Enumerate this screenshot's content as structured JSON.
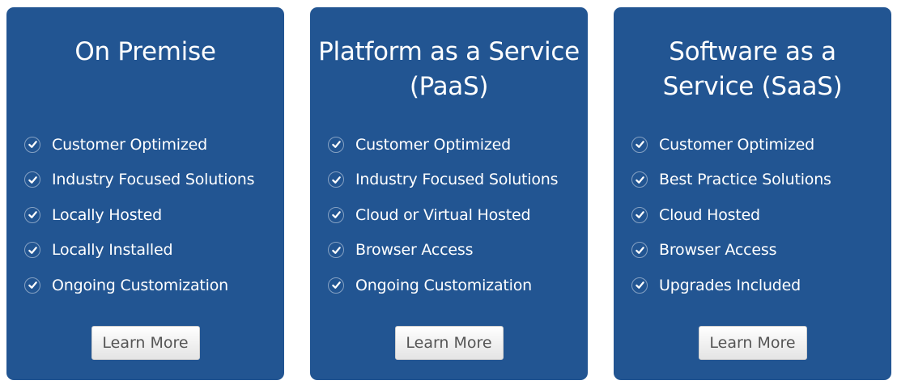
{
  "cards": [
    {
      "title": "On Premise",
      "features": [
        "Customer Optimized",
        "Industry Focused Solutions",
        "Locally Hosted",
        "Locally Installed",
        "Ongoing Customization"
      ],
      "button": "Learn More"
    },
    {
      "title": "Platform as a Service (PaaS)",
      "features": [
        "Customer Optimized",
        "Industry Focused Solutions",
        "Cloud or Virtual Hosted",
        "Browser Access",
        "Ongoing Customization"
      ],
      "button": "Learn More"
    },
    {
      "title": "Software as a Service (SaaS)",
      "features": [
        "Customer Optimized",
        "Best Practice Solutions",
        "Cloud Hosted",
        "Browser Access",
        "Upgrades Included"
      ],
      "button": "Learn More"
    }
  ],
  "colors": {
    "card_bg": "#225592",
    "text": "#ffffff",
    "button_text": "#555555"
  },
  "icons": {
    "feature": "check-circle-icon"
  }
}
